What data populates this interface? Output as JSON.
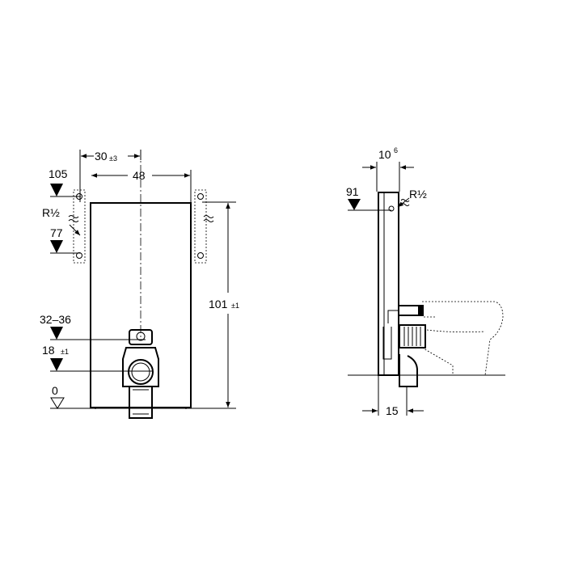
{
  "front_view": {
    "dim_top_1": "30",
    "dim_top_1_tol": "±3",
    "dim_top_2": "48",
    "dim_height": "101",
    "dim_height_tol": "±1",
    "marker_105": "105",
    "marker_r": "R½",
    "marker_77": "77",
    "marker_32_36": "32–36",
    "marker_18": "18",
    "marker_18_tol": "±1",
    "marker_0": "0"
  },
  "side_view": {
    "dim_top": "10",
    "dim_top_sup": "6",
    "marker_91": "91",
    "marker_r": "R½",
    "dim_bottom": "15"
  }
}
